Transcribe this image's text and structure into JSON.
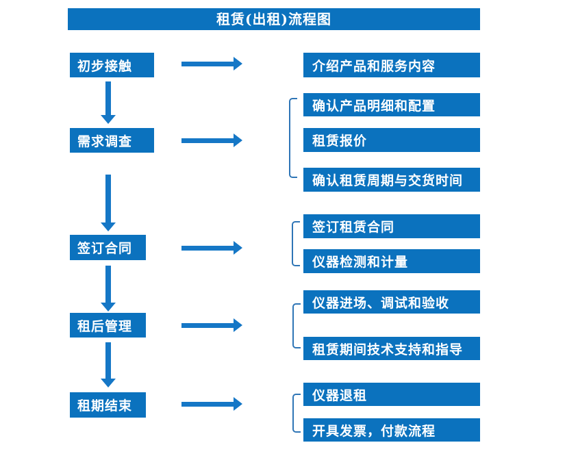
{
  "title": "租赁(出租)流程图",
  "colors": {
    "box_blue": "#0b72be",
    "arrow_blue": "#1577c6",
    "bracket_blue": "#2e75b6",
    "text_white": "#ffffff",
    "background": "#ffffff"
  },
  "steps": [
    {
      "label": "初步接触",
      "details": [
        "介绍产品和服务内容"
      ]
    },
    {
      "label": "需求调查",
      "details": [
        "确认产品明细和配置",
        "租赁报价",
        "确认租赁周期与交货时间"
      ]
    },
    {
      "label": "签订合同",
      "details": [
        "签订租赁合同",
        "仪器检测和计量"
      ]
    },
    {
      "label": "租后管理",
      "details": [
        "仪器进场、调试和验收",
        "租赁期间技术支持和指导"
      ]
    },
    {
      "label": "租期结束",
      "details": [
        "仪器退租",
        "开具发票，付款流程"
      ]
    }
  ]
}
